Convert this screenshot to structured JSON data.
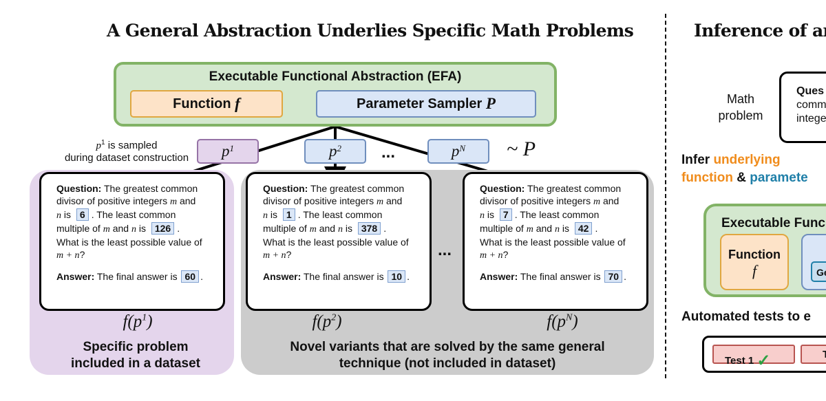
{
  "left_title": "A General Abstraction Underlies Specific Math Problems",
  "right_title": "Inference of an E",
  "efa": {
    "title": "Executable Functional Abstraction (EFA)",
    "function_label": "Function",
    "function_symbol": "f",
    "sampler_label": "Parameter Sampler",
    "sampler_symbol": "P"
  },
  "params": {
    "p1": "p",
    "p1_sup": "1",
    "p2": "p",
    "p2_sup": "2",
    "pn": "p",
    "pn_sup": "N",
    "ellipsis": "...",
    "dist": "~ P"
  },
  "sampled_note": {
    "line1_sym": "p",
    "line1_sup": "1",
    "line1_rest": " is sampled",
    "line2": "during dataset construction"
  },
  "cards": [
    {
      "q_label": "Question:",
      "q1": " The greatest common",
      "q2": "divisor of positive integers ",
      "q2m": "m",
      "q2e": " and",
      "q3m": "n",
      "q3a": " is ",
      "gcd": "6",
      "q3b": ". The least common",
      "q4a": "multiple of ",
      "q4m": "m",
      "q4b": " and ",
      "q4n": "n",
      "q4c": " is ",
      "lcm": "126",
      "q4d": ".",
      "q5": "What is the least possible value of",
      "q6": "m + n",
      "q6e": "?",
      "a_label": "Answer:",
      "a_text": " The final answer is ",
      "answer": "60",
      "a_end": ".",
      "caption_f": "f(p",
      "caption_sup": "1",
      "caption_end": ")"
    },
    {
      "q_label": "Question:",
      "q1": " The greatest common",
      "q2": "divisor of positive integers ",
      "q2m": "m",
      "q2e": " and",
      "q3m": "n",
      "q3a": " is ",
      "gcd": "1",
      "q3b": ". The least common",
      "q4a": "multiple of ",
      "q4m": "m",
      "q4b": " and ",
      "q4n": "n",
      "q4c": " is ",
      "lcm": "378",
      "q4d": ".",
      "q5": "What is the least possible value of",
      "q6": "m + n",
      "q6e": "?",
      "a_label": "Answer:",
      "a_text": " The final answer is ",
      "answer": "10",
      "a_end": ".",
      "caption_f": "f(p",
      "caption_sup": "2",
      "caption_end": ")"
    },
    {
      "q_label": "Question:",
      "q1": " The greatest common",
      "q2": "divisor of positive integers ",
      "q2m": "m",
      "q2e": " and",
      "q3m": "n",
      "q3a": " is ",
      "gcd": "7",
      "q3b": ". The least common",
      "q4a": "multiple of ",
      "q4m": "m",
      "q4b": " and ",
      "q4n": "n",
      "q4c": " is ",
      "lcm": "42",
      "q4d": ".",
      "q5": "What is the least possible value of",
      "q6": "m + n",
      "q6e": "?",
      "a_label": "Answer:",
      "a_text": " The final answer is ",
      "answer": "70",
      "a_end": ".",
      "caption_f": "f(p",
      "caption_sup": "N",
      "caption_end": ")"
    }
  ],
  "cards_ellipsis": "...",
  "specific_caption": "Specific problem included in a dataset",
  "novel_caption": "Novel variants that are solved by the same general technique (not included in dataset)",
  "right_panel": {
    "math_problem": "Math problem",
    "ques_line1": "Ques",
    "ques_line2": "comm",
    "ques_line3": "intege",
    "infer_prefix": "Infer ",
    "infer_orange": "underlying",
    "infer_orange2": "function",
    "infer_amp": " & ",
    "infer_blue": "paramete",
    "exec_func": "Executable Func",
    "function_label": "Function",
    "function_symbol": "f",
    "ge_label": "Ge",
    "tests_label": "Automated tests to e",
    "test1": "Test 1",
    "test_check": "✓",
    "test2": "T"
  },
  "colors": {
    "efa_fill": "#d4e8cf",
    "efa_border": "#82b366",
    "func_fill": "#fde3c8",
    "func_border": "#e0a740",
    "sampler_fill": "#dae6f7",
    "sampler_border": "#6f8ebd",
    "p1_fill": "#e4d5ec",
    "p1_border": "#9673a6",
    "purple_panel": "#e4d5ec",
    "gray_panel": "#cccccc",
    "orange_text": "#f08c1c",
    "blue_text": "#1f7fa8",
    "test_fill": "#f8cecc",
    "test_border": "#b85450",
    "check_green": "#2ea043"
  },
  "icons": [
    "arrow-icon",
    "check-icon"
  ]
}
